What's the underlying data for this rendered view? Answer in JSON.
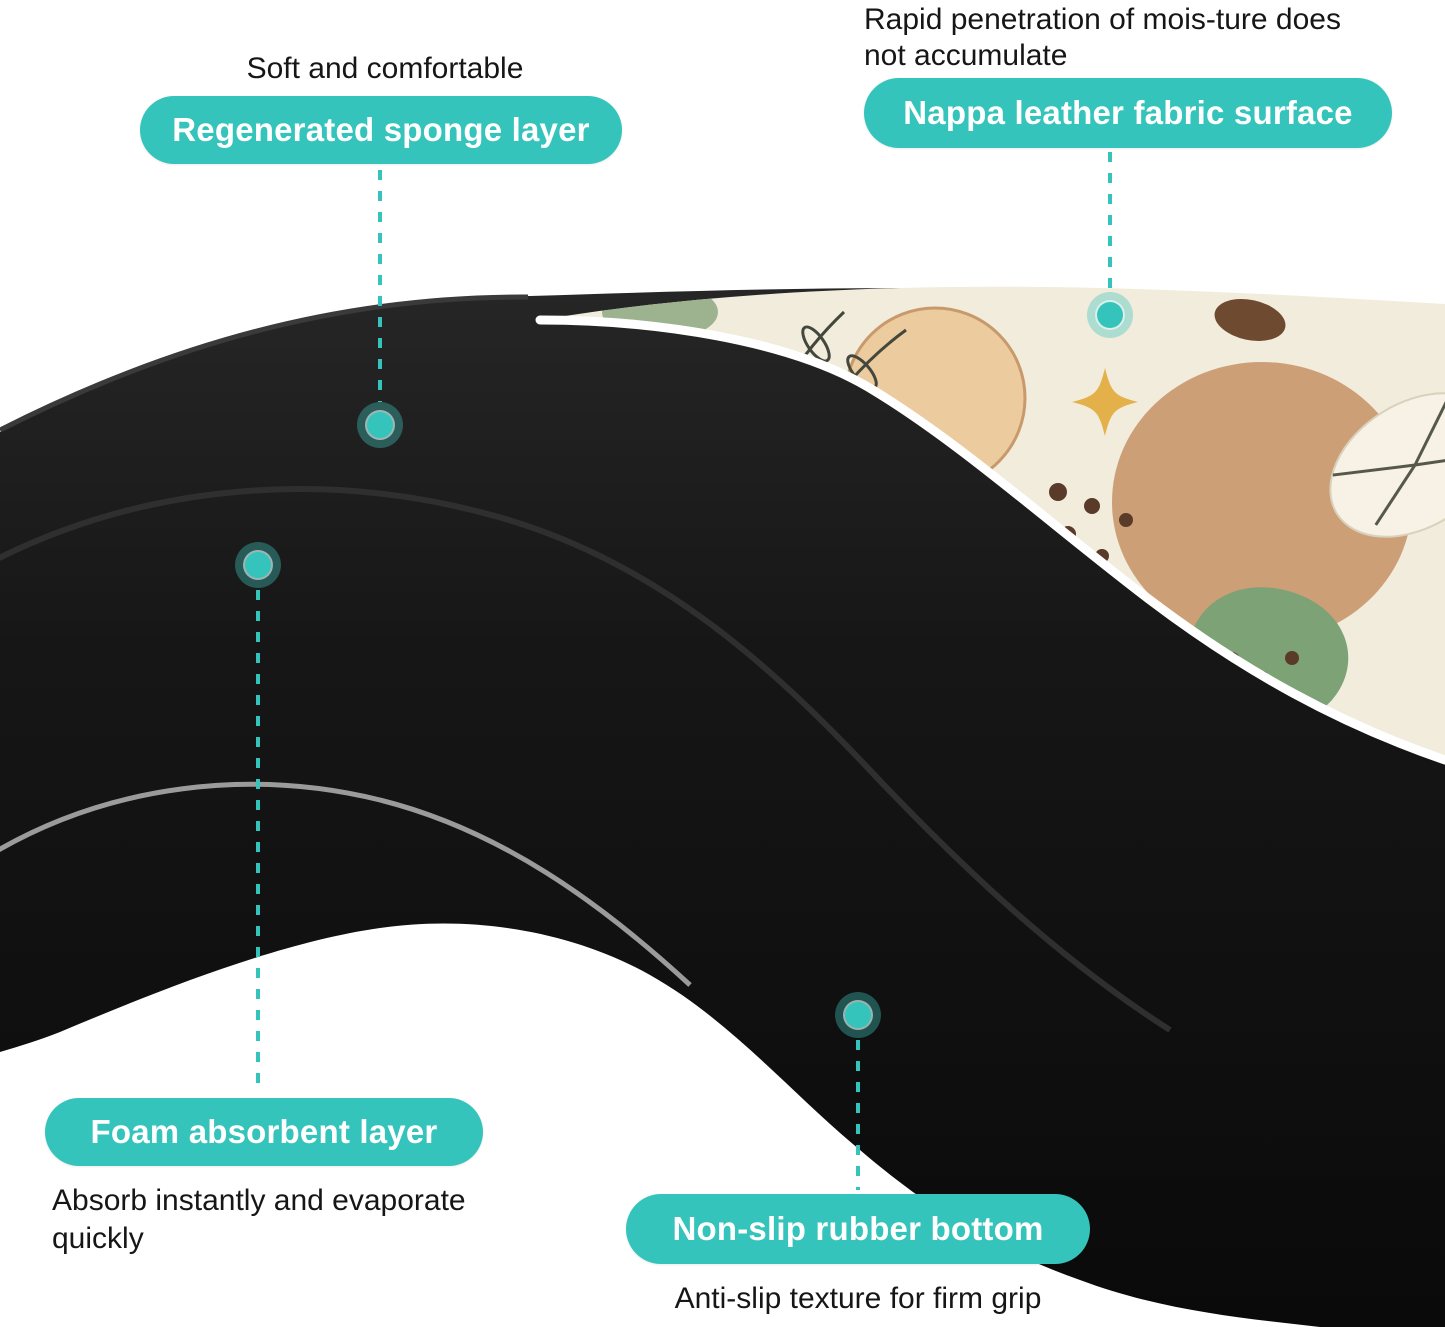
{
  "colors": {
    "teal": "#35c4bb",
    "pill_text": "#ffffff",
    "body_text": "#161616",
    "mat_black": "#141414",
    "surface_cream": "#f1ecdb",
    "pattern_tan": "#cd9f77",
    "pattern_peach": "#eccb9f",
    "pattern_green": "#7ca275",
    "pattern_sage": "#9db390",
    "pattern_brown": "#5a3a28",
    "pattern_yellow": "#e4b049",
    "edge_white": "#ffffff",
    "edge_gray": "#9b9b9b"
  },
  "callouts": {
    "sponge": {
      "note": "Soft and comfortable",
      "label": "Regenerated sponge layer"
    },
    "surface": {
      "note_line1": "Rapid penetration of mois-ture does",
      "note_line2": "not accumulate",
      "label": "Nappa leather fabric surface"
    },
    "foam": {
      "label": "Foam absorbent layer",
      "note_line1": "Absorb instantly and evaporate",
      "note_line2": "quickly"
    },
    "rubber": {
      "label": "Non-slip rubber bottom",
      "note": "Anti-slip texture for firm grip"
    }
  }
}
